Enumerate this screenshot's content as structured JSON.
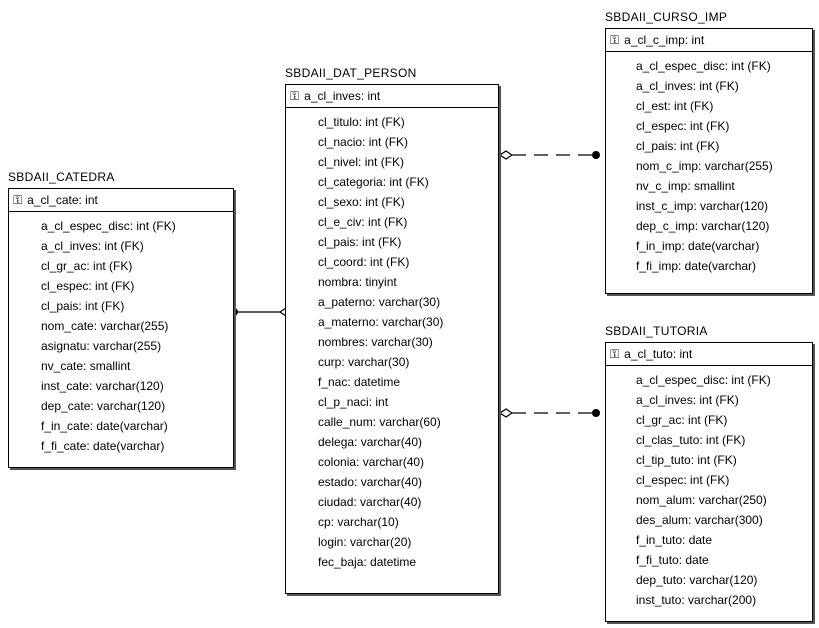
{
  "entities": {
    "catedra": {
      "name": "SBDAII_CATEDRA",
      "pk": "a_cl_cate: int",
      "attributes": [
        "a_cl_espec_disc: int (FK)",
        "a_cl_inves: int (FK)",
        "cl_gr_ac: int (FK)",
        "cl_espec: int (FK)",
        "cl_pais: int (FK)",
        "nom_cate: varchar(255)",
        "asignatu: varchar(255)",
        "nv_cate: smallint",
        "inst_cate: varchar(120)",
        "dep_cate: varchar(120)",
        "f_in_cate: date(varchar)",
        "f_fi_cate: date(varchar)"
      ]
    },
    "dat_person": {
      "name": "SBDAII_DAT_PERSON",
      "pk": "a_cl_inves: int",
      "attributes": [
        "cl_titulo: int (FK)",
        "cl_nacio: int (FK)",
        "cl_nivel: int (FK)",
        "cl_categoria: int (FK)",
        "cl_sexo: int (FK)",
        "cl_e_civ: int (FK)",
        "cl_pais: int (FK)",
        "cl_coord: int (FK)",
        "nombra: tinyint",
        "a_paterno: varchar(30)",
        "a_materno: varchar(30)",
        "nombres: varchar(30)",
        "curp: varchar(30)",
        "f_nac: datetime",
        "cl_p_naci: int",
        "calle_num: varchar(60)",
        "delega: varchar(40)",
        "colonia: varchar(40)",
        "estado: varchar(40)",
        "ciudad: varchar(40)",
        "cp: varchar(10)",
        "login: varchar(20)",
        "fec_baja: datetime"
      ]
    },
    "curso_imp": {
      "name": "SBDAII_CURSO_IMP",
      "pk": "a_cl_c_imp: int",
      "attributes": [
        "a_cl_espec_disc: int (FK)",
        "a_cl_inves: int (FK)",
        "cl_est: int (FK)",
        "cl_espec: int (FK)",
        "cl_pais: int (FK)",
        "nom_c_imp: varchar(255)",
        "nv_c_imp: smallint",
        "inst_c_imp: varchar(120)",
        "dep_c_imp: varchar(120)",
        "f_in_imp: date(varchar)",
        "f_fi_imp: date(varchar)"
      ]
    },
    "tutoria": {
      "name": "SBDAII_TUTORIA",
      "pk": "a_cl_tuto: int",
      "attributes": [
        "a_cl_espec_disc: int (FK)",
        "a_cl_inves: int (FK)",
        "cl_gr_ac: int (FK)",
        "cl_clas_tuto: int (FK)",
        "cl_tip_tuto: int (FK)",
        "cl_espec: int (FK)",
        "nom_alum: varchar(250)",
        "des_alum: varchar(300)",
        "f_in_tuto: date",
        "f_fi_tuto: date",
        "dep_tuto: varchar(120)",
        "inst_tuto: varchar(200)"
      ]
    }
  },
  "icons": {
    "key": "key-icon"
  }
}
